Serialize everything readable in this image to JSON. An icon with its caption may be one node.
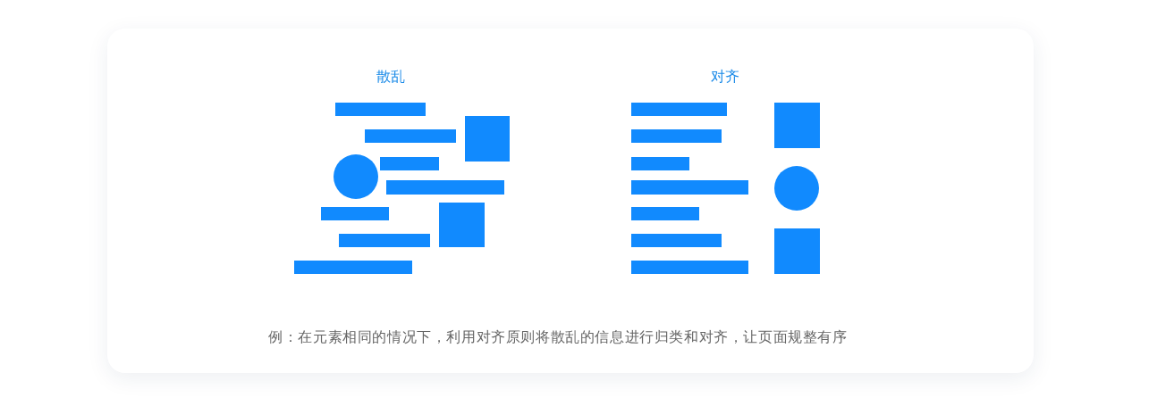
{
  "diagram": {
    "caption": "例：在元素相同的情况下，利用对齐原则将散乱的信息进行归类和对齐，让页面规整有序",
    "labels": [
      "散乱",
      "对齐"
    ]
  }
}
